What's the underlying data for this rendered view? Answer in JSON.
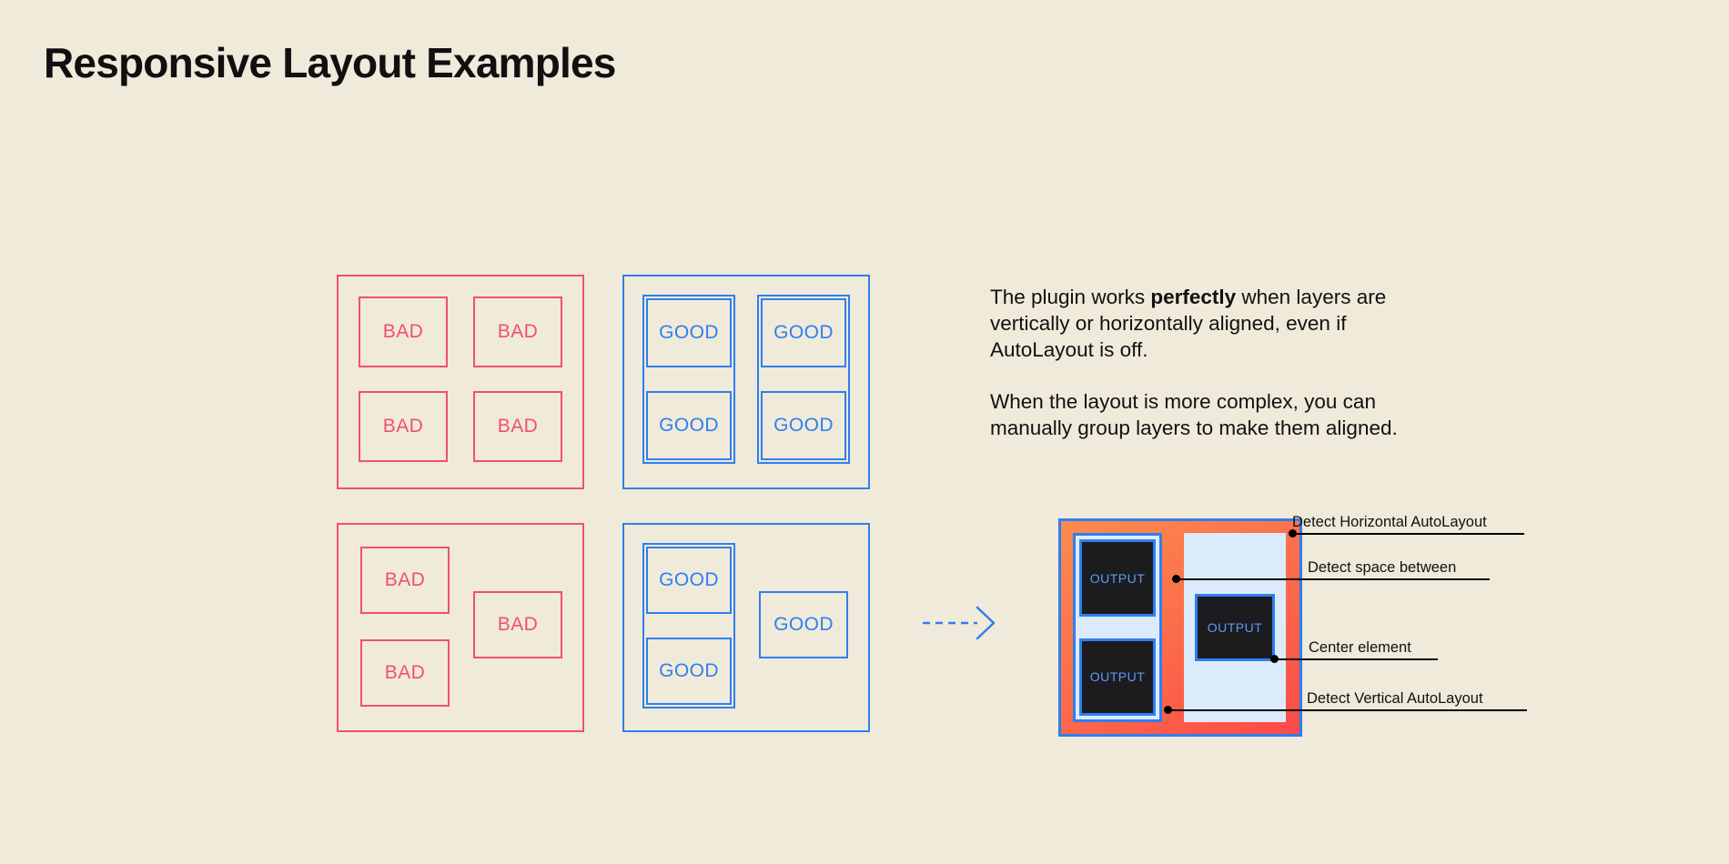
{
  "page": {
    "title": "Responsive Layout Examples",
    "background_color": "#f0eada",
    "title_color": "#101010"
  },
  "colors": {
    "bad": "#f0506e",
    "good": "#2f7fee",
    "accent_orange": "#fb6a4a",
    "panel_light_blue": "#dcebfb",
    "output_dark": "#1c1c1f",
    "output_text": "#5b9cf4",
    "annotation": "#000000"
  },
  "examples": {
    "bad_grid": {
      "variant": "bad",
      "cells": [
        {
          "label": "BAD"
        },
        {
          "label": "BAD"
        },
        {
          "label": "BAD"
        },
        {
          "label": "BAD"
        }
      ]
    },
    "good_grid": {
      "variant": "good",
      "cells": [
        {
          "label": "GOOD"
        },
        {
          "label": "GOOD"
        },
        {
          "label": "GOOD"
        },
        {
          "label": "GOOD"
        }
      ]
    },
    "bad_complex": {
      "variant": "bad",
      "cells": [
        {
          "label": "BAD"
        },
        {
          "label": "BAD"
        },
        {
          "label": "BAD"
        }
      ]
    },
    "good_complex": {
      "variant": "good",
      "cells": [
        {
          "label": "GOOD"
        },
        {
          "label": "GOOD"
        },
        {
          "label": "GOOD"
        }
      ]
    }
  },
  "arrow": {
    "icon": "dashed-right-arrow-icon",
    "color": "#2f7fee",
    "style": "dashed"
  },
  "copy": {
    "paragraph_1": {
      "part_1": "The plugin works ",
      "emphasis": "perfectly",
      "part_2": " when layers are vertically or horizontally aligned, even if AutoLayout is off."
    },
    "paragraph_2": "When the layout is more complex, you can manually group layers to make them aligned."
  },
  "card": {
    "output_label": "OUTPUT",
    "outputs": [
      {
        "label": "OUTPUT",
        "column": "left",
        "position": "top"
      },
      {
        "label": "OUTPUT",
        "column": "left",
        "position": "bottom"
      },
      {
        "label": "OUTPUT",
        "column": "right",
        "position": "center"
      }
    ],
    "annotations": [
      {
        "label": "Detect Horizontal AutoLayout"
      },
      {
        "label": "Detect space between"
      },
      {
        "label": "Center element"
      },
      {
        "label": "Detect Vertical AutoLayout"
      }
    ]
  }
}
